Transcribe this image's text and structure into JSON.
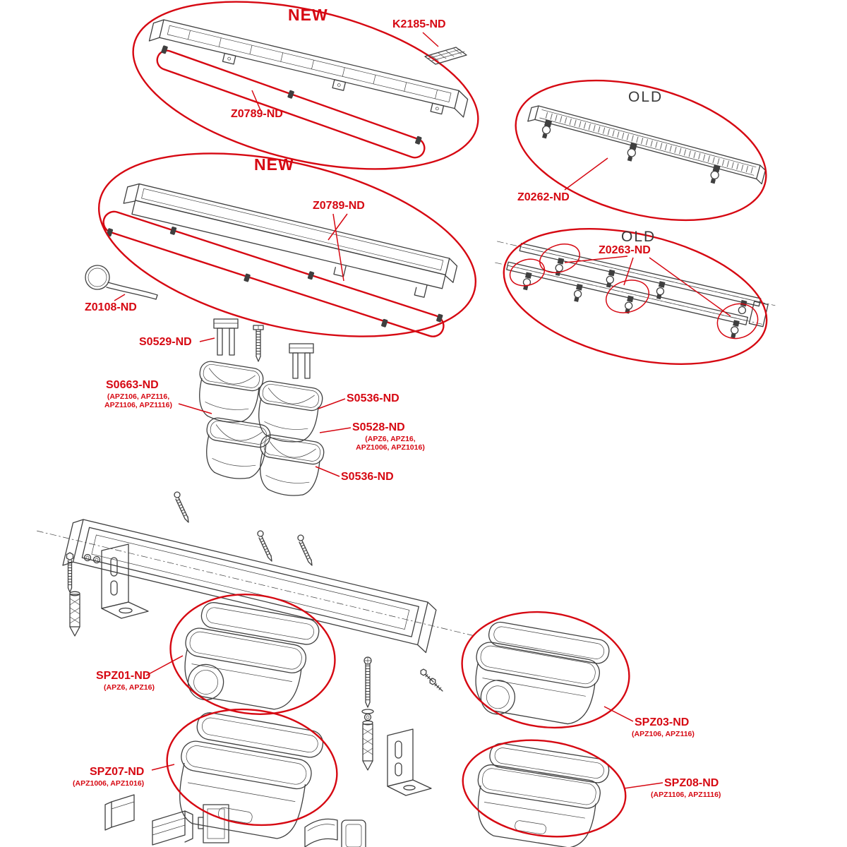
{
  "colors": {
    "accent": "#d60812",
    "line": "#3f3f3f",
    "bg": "#ffffff"
  },
  "badges": {
    "new_top": "NEW",
    "new_bottom": "NEW",
    "old_top": "OLD",
    "old_bottom": "OLD"
  },
  "parts": {
    "k2185": {
      "label": "K2185-ND"
    },
    "z0789_top": {
      "label": "Z0789-ND"
    },
    "z0789_bottom": {
      "label": "Z0789-ND"
    },
    "z0262": {
      "label": "Z0262-ND"
    },
    "z0263": {
      "label": "Z0263-ND"
    },
    "z0108": {
      "label": "Z0108-ND"
    },
    "s0529": {
      "label": "S0529-ND"
    },
    "s0663": {
      "label": "S0663-ND",
      "models": "(APZ106, APZ116, APZ1106, APZ1116)"
    },
    "s0536_upper": {
      "label": "S0536-ND"
    },
    "s0528": {
      "label": "S0528-ND",
      "models": "(APZ6, APZ16, APZ1006, APZ1016)"
    },
    "s0536_lower": {
      "label": "S0536-ND"
    },
    "spz01": {
      "label": "SPZ01-ND",
      "models": "(APZ6, APZ16)"
    },
    "spz07": {
      "label": "SPZ07-ND",
      "models": "(APZ1006, APZ1016)"
    },
    "spz03": {
      "label": "SPZ03-ND",
      "models": "(APZ106, APZ116)"
    },
    "spz08": {
      "label": "SPZ08-ND",
      "models": "(APZ1106, APZ1116)"
    }
  }
}
